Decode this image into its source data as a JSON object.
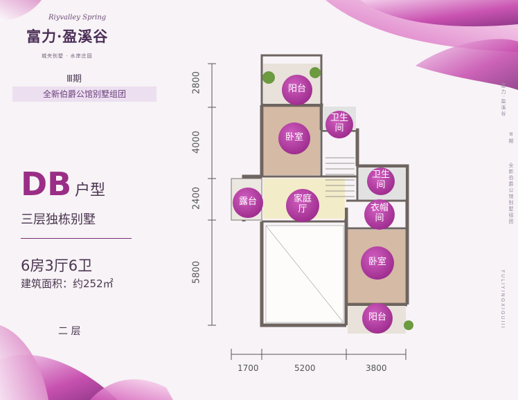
{
  "logo": {
    "script": "Riyvalley Spring",
    "title": "富力·盈溪谷",
    "subtitle": "城央别墅 · 水岸庄园"
  },
  "phase": "Ⅲ期",
  "badge": "全新伯爵公馆别墅组团",
  "unit": {
    "code": "DB",
    "type_word": "户型",
    "description": "三层独栋别墅",
    "rooms": "6房3厅6卫",
    "area": "建筑面积：约252㎡"
  },
  "floor_label": "二 层",
  "dimensions": {
    "vertical": [
      "2800",
      "4000",
      "2400",
      "5800"
    ],
    "horizontal": [
      "1700",
      "5200",
      "3800"
    ]
  },
  "rooms": {
    "balcony_top": "阳台",
    "bedroom_top": "卧室",
    "bath_top": "卫生\n间",
    "bath_right": "卫生\n间",
    "terrace": "露台",
    "family_hall": "家庭\n厅",
    "closet": "衣帽\n间",
    "bedroom_bottom": "卧室",
    "balcony_bottom": "阳台"
  },
  "side_texts": {
    "a": "富力·盈溪谷",
    "b": "Ⅲ期",
    "c": "全新伯爵公馆别墅组团",
    "d": "FULIYINGXIGUIII"
  },
  "colors": {
    "accent": "#9a2d86",
    "bubble": "#b83aa6",
    "petal": "#d14fb8"
  }
}
